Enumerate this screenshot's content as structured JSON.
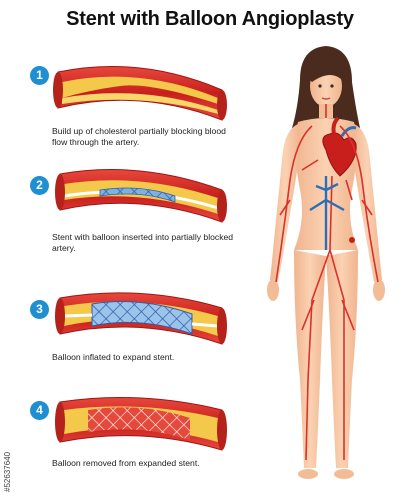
{
  "title": "Stent with Balloon Angioplasty",
  "steps": [
    {
      "number": "1",
      "caption": "Build up of cholesterol partially blocking blood flow through the artery."
    },
    {
      "number": "2",
      "caption": "Stent with balloon inserted into partially blocked artery."
    },
    {
      "number": "3",
      "caption": "Balloon inflated to expand stent."
    },
    {
      "number": "4",
      "caption": "Balloon removed from expanded stent."
    }
  ],
  "stock_id": "#52637640",
  "colors": {
    "badge": "#1f8fd2",
    "artery": "#d9322a",
    "plaque": "#f4c84a",
    "vein": "#2b6fb8",
    "skin": "#f8c7a3",
    "hair": "#4a2b1e"
  }
}
